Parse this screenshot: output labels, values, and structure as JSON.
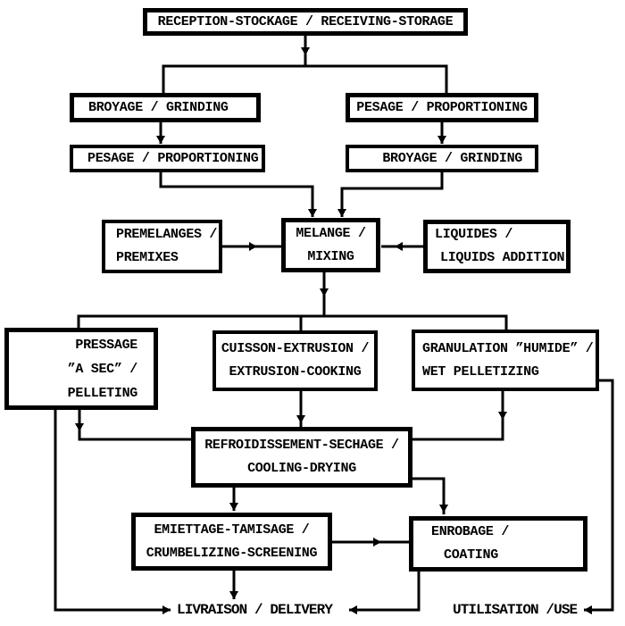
{
  "diagram_title": "Feed manufacturing process flowchart (French / English)",
  "colors": {
    "ink": "#000000",
    "paper": "#ffffff"
  },
  "nodes": {
    "reception": {
      "label": "RECEPTION-STOCKAGE / RECEIVING-STORAGE"
    },
    "grinding_left": {
      "label": "BROYAGE / GRINDING"
    },
    "proportioning_right": {
      "label": "PESAGE / PROPORTIONING"
    },
    "proportioning_left": {
      "label": "PESAGE / PROPORTIONING"
    },
    "grinding_right": {
      "label": "BROYAGE / GRINDING"
    },
    "premixes": {
      "line1": "PREMELANGES /",
      "line2": "PREMIXES"
    },
    "mixing": {
      "line1": "MELANGE /",
      "line2": "MIXING"
    },
    "liquids": {
      "line1": "LIQUIDES /",
      "line2": "LIQUIDS ADDITION"
    },
    "pelleting": {
      "line1": "PRESSAGE",
      "line2": "”A SEC” /",
      "line3": "PELLETING"
    },
    "extrusion": {
      "line1": "CUISSON-EXTRUSION /",
      "line2": "EXTRUSION-COOKING"
    },
    "wet_pelletizing": {
      "line1": "GRANULATION ”HUMIDE” /",
      "line2": "WET PELLETIZING"
    },
    "cooling": {
      "line1": "REFROIDISSEMENT-SECHAGE /",
      "line2": "COOLING-DRYING"
    },
    "crumbelizing": {
      "line1": "EMIETTAGE-TAMISAGE /",
      "line2": "CRUMBELIZING-SCREENING"
    },
    "coating": {
      "line1": "ENROBAGE /",
      "line2": "COATING"
    }
  },
  "labels": {
    "delivery": "LIVRAISON / DELIVERY",
    "use": "UTILISATION /USE"
  }
}
